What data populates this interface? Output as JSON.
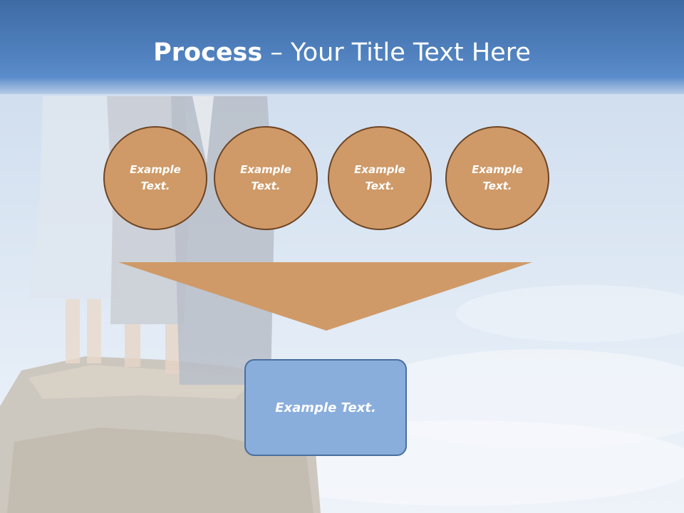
{
  "title": {
    "bold": "Process",
    "rest": " – Your Title Text Here"
  },
  "circles": [
    {
      "label": "Example Text."
    },
    {
      "label": "Example Text."
    },
    {
      "label": "Example Text."
    },
    {
      "label": "Example Text."
    }
  ],
  "result_box": {
    "label": "Example Text."
  },
  "colors": {
    "header": "#4f80bd",
    "circle_fill": "#cf9a68",
    "circle_border": "#6e4524",
    "funnel": "#cf9a68",
    "box_fill": "#89aedb",
    "box_border": "#4a6f9d"
  }
}
